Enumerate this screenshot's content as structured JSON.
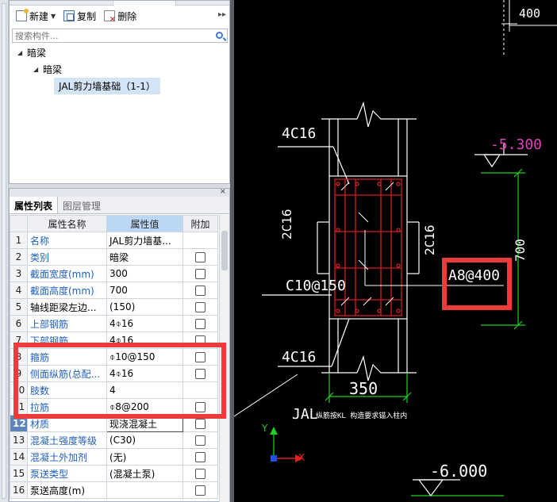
{
  "toolbar": {
    "new_label": "新建",
    "copy_label": "复制",
    "delete_label": "删除"
  },
  "search": {
    "placeholder": "搜索构件..."
  },
  "tree": {
    "root": "暗梁",
    "child": "暗梁",
    "leaf": "JAL剪力墙基础（1-1）"
  },
  "props": {
    "tab_active": "属性列表",
    "tab_inactive": "图层管理",
    "headers": [
      "属性名称",
      "属性值",
      "附加"
    ],
    "rows": [
      {
        "num": "1",
        "name": "名称",
        "value": "JAL剪力墙基..."
      },
      {
        "num": "2",
        "name": "类别",
        "value": "暗梁"
      },
      {
        "num": "3",
        "name": "截面宽度(mm)",
        "value": "300"
      },
      {
        "num": "4",
        "name": "截面高度(mm)",
        "value": "700"
      },
      {
        "num": "5",
        "name": "轴线距梁左边...",
        "value": "(150)"
      },
      {
        "num": "6",
        "name": "上部钢筋",
        "value": "4⌽16"
      },
      {
        "num": "7",
        "name": "下部钢筋",
        "value": "4⌽16"
      },
      {
        "num": "8",
        "name": "箍筋",
        "value": "⌽10@150"
      },
      {
        "num": "9",
        "name": "侧面纵筋(总配...",
        "value": "4⌽16"
      },
      {
        "num": "10",
        "name": "肢数",
        "value": "4"
      },
      {
        "num": "11",
        "name": "拉筋",
        "value": "⌽8@200"
      },
      {
        "num": "12",
        "name": "材质",
        "value": "现浇混凝土"
      },
      {
        "num": "13",
        "name": "混凝土强度等级",
        "value": "(C30)"
      },
      {
        "num": "14",
        "name": "混凝土外加剂",
        "value": "(无)"
      },
      {
        "num": "15",
        "name": "泵送类型",
        "value": "(混凝土泵)"
      },
      {
        "num": "16",
        "name": "泵送高度(m)",
        "value": ""
      }
    ]
  },
  "cad": {
    "dim_top": "400",
    "elev_top": "-5.300",
    "elev_bottom": "-6.000",
    "top_bars": "4C16",
    "bottom_bars": "4C16",
    "left_side": "2C16",
    "right_side": "2C16",
    "stirrup": "C10@150",
    "tie_callout": "A8@400",
    "width_dim": "350",
    "height_dim_fragment": "700",
    "caption_main": "JAL",
    "caption_note": "纵筋按KL 构造要求锚入柱内",
    "axis_x": "X",
    "axis_y": "Y"
  },
  "colors": {
    "highlight_box": "#ec3b3b",
    "elevation_magenta": "#e040c0",
    "dimension_green": "#20d020",
    "rebar_red": "#d42020",
    "link_blue": "#1f5fbf"
  }
}
